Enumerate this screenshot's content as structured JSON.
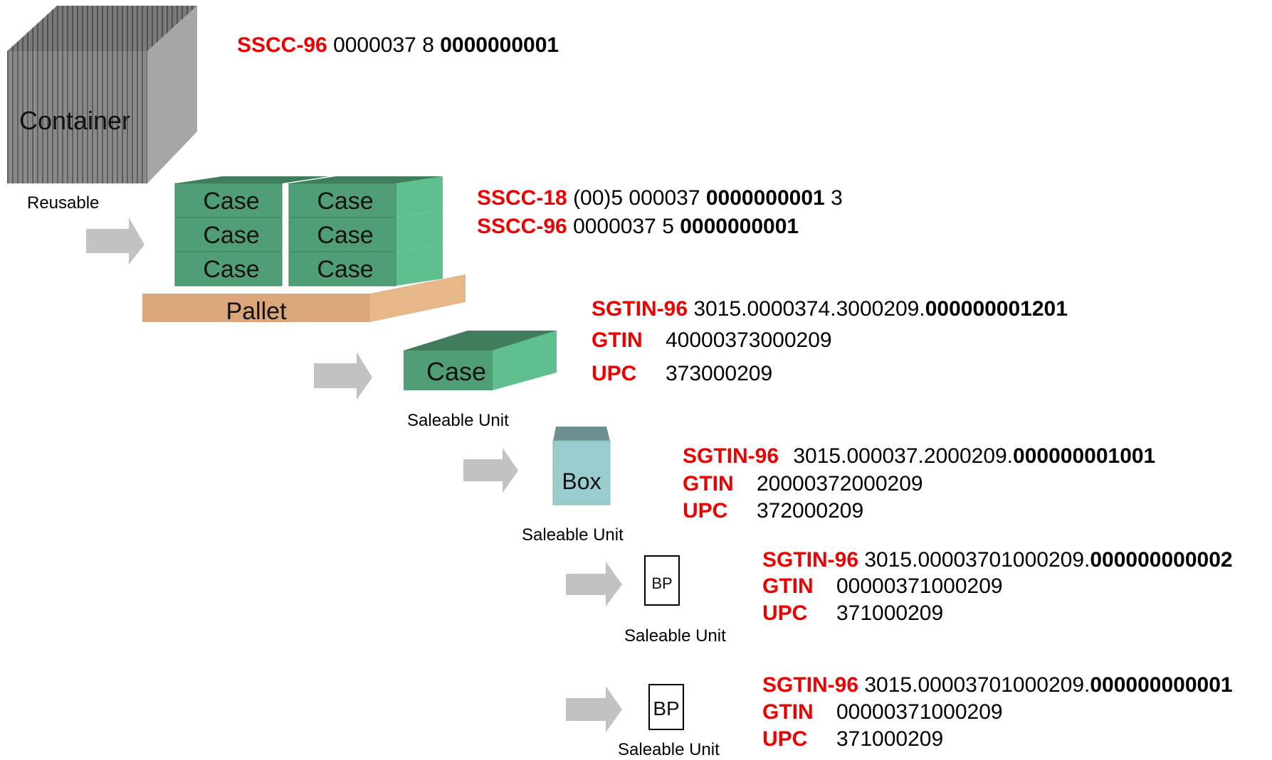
{
  "colors": {
    "label_red": "#ee0000",
    "case_front": "#4f9e76",
    "case_top": "#3f7d5d",
    "case_side": "#5fbf8f",
    "pallet": "#dba77a",
    "container": "#8c8c8c",
    "box": "#99cccc",
    "box_top": "#6e8f8f",
    "arrow": "#c2c2c2"
  },
  "objects": {
    "container": "Container",
    "case": "Case",
    "pallet": "Pallet",
    "box": "Box",
    "bp": "BP"
  },
  "captions": {
    "reusable": "Reusable",
    "saleable_unit": "Saleable Unit"
  },
  "codes": {
    "container": {
      "label": "SSCC-96",
      "prefix": "0000037 8 ",
      "serial": "0000000001"
    },
    "pallet": {
      "sscc18": {
        "label": "SSCC-18",
        "prefix": "(00)5 000037 ",
        "serial": "0000000001",
        "check": " 3"
      },
      "sscc96": {
        "label": "SSCC-96",
        "prefix": "0000037 5 ",
        "serial": "0000000001"
      }
    },
    "case": {
      "sgtin": {
        "label": "SGTIN-96",
        "prefix": "3015.0000374.3000209.",
        "serial": "000000001201"
      },
      "gtin": {
        "label": "GTIN",
        "value": "40000373000209"
      },
      "upc": {
        "label": "UPC",
        "value": "373000209"
      }
    },
    "box": {
      "sgtin": {
        "label": "SGTIN-96",
        "prefix": "3015.000037.2000209.",
        "serial": "000000001001"
      },
      "gtin": {
        "label": "GTIN",
        "value": "20000372000209"
      },
      "upc": {
        "label": "UPC",
        "value": "372000209"
      }
    },
    "bp1": {
      "sgtin": {
        "label": "SGTIN-96",
        "prefix": "3015.00003701000209.",
        "serial": "000000000002"
      },
      "gtin": {
        "label": "GTIN",
        "value": "00000371000209"
      },
      "upc": {
        "label": "UPC",
        "value": "371000209"
      }
    },
    "bp2": {
      "sgtin": {
        "label": "SGTIN-96",
        "prefix": "3015.00003701000209.",
        "serial": "000000000001"
      },
      "gtin": {
        "label": "GTIN",
        "value": "00000371000209"
      },
      "upc": {
        "label": "UPC",
        "value": "371000209"
      }
    }
  }
}
